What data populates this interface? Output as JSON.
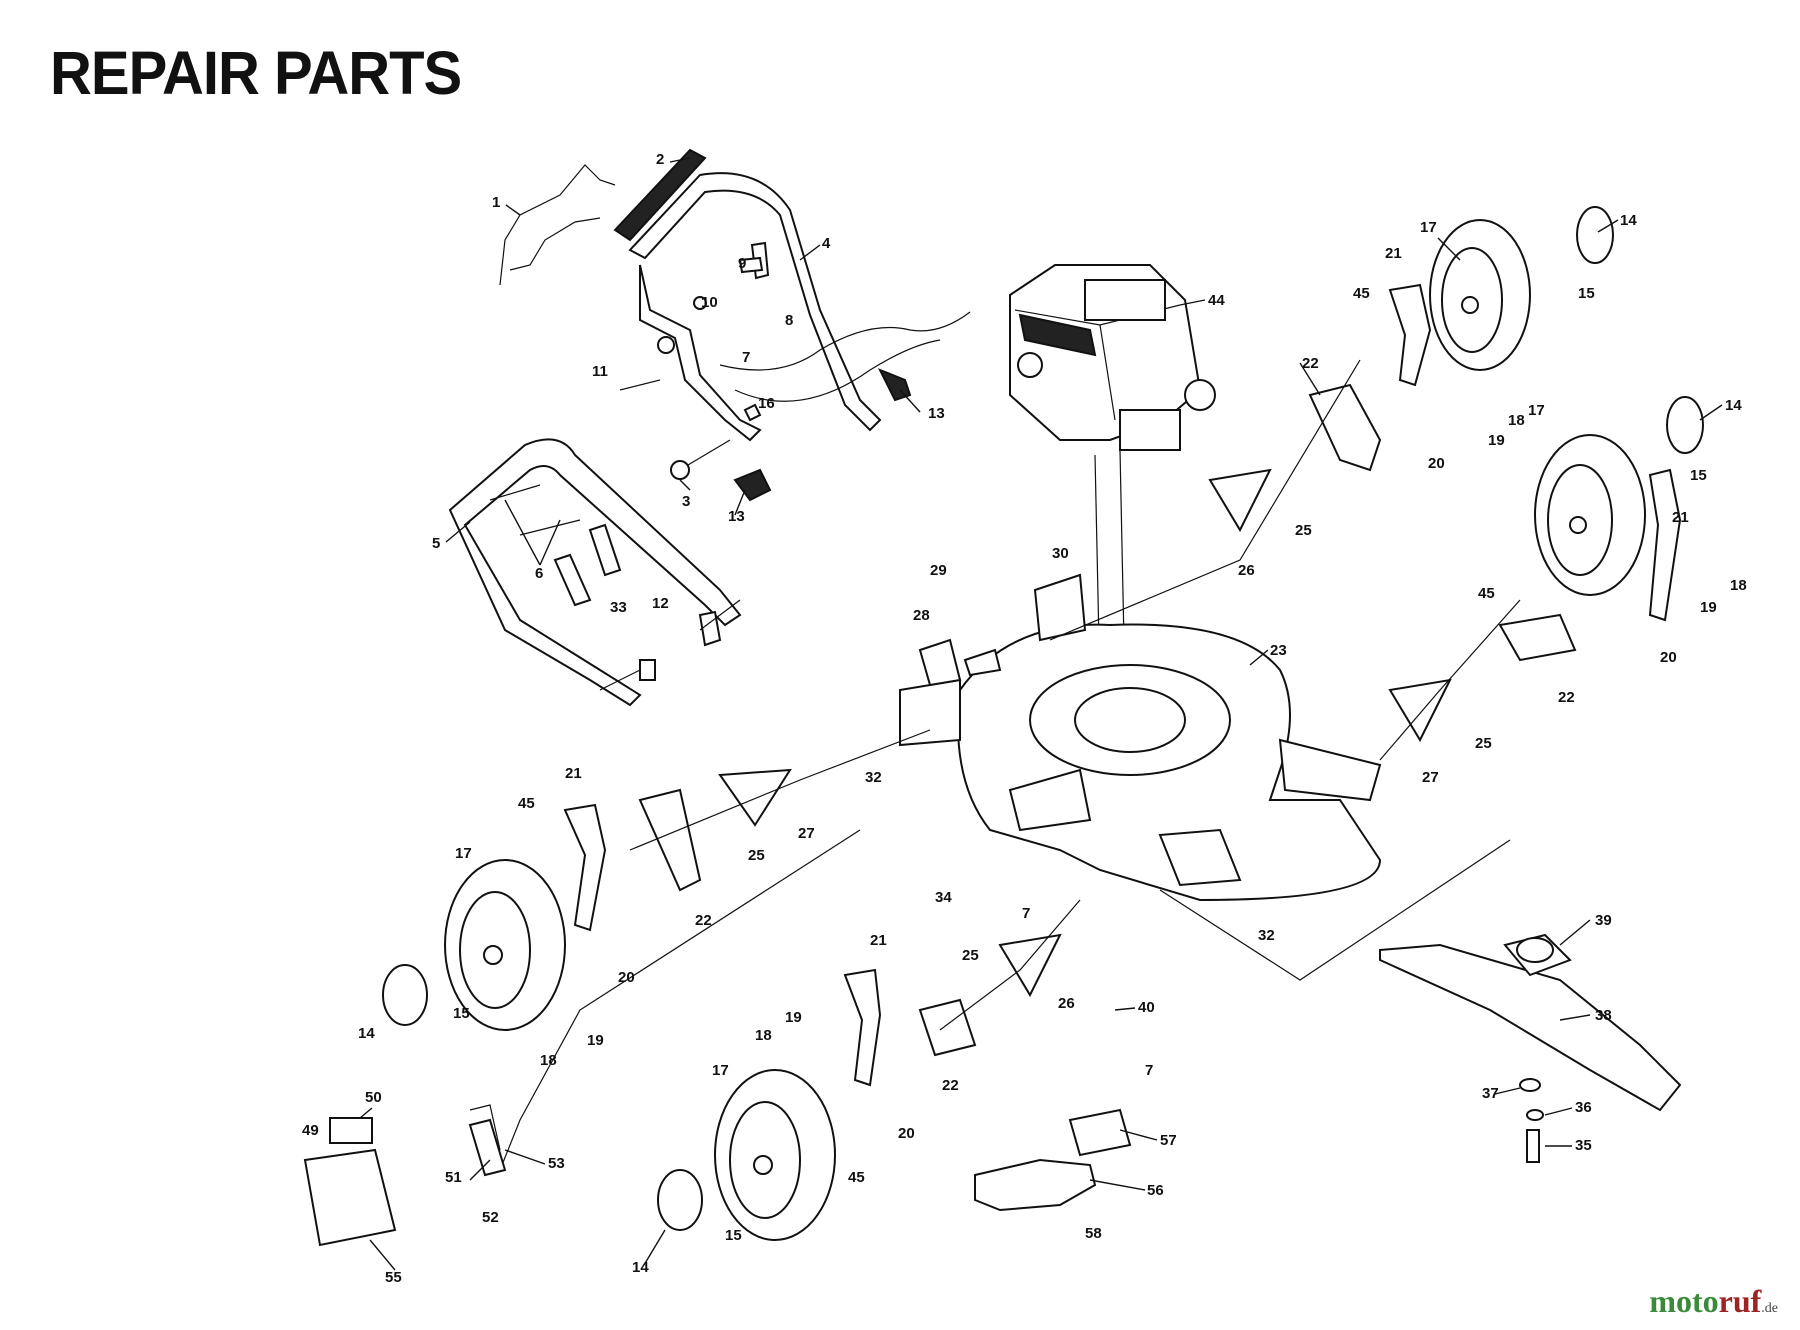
{
  "title": "REPAIR PARTS",
  "watermark": {
    "part1": "moto",
    "part2": "ruf",
    "part3": ".de"
  },
  "callouts": [
    {
      "id": "c1",
      "text": "1"
    },
    {
      "id": "c2",
      "text": "2"
    },
    {
      "id": "c3",
      "text": "3"
    },
    {
      "id": "c4",
      "text": "4"
    },
    {
      "id": "c5",
      "text": "5"
    },
    {
      "id": "c6",
      "text": "6"
    },
    {
      "id": "c7a",
      "text": "7"
    },
    {
      "id": "c8",
      "text": "8"
    },
    {
      "id": "c9",
      "text": "9"
    },
    {
      "id": "c10",
      "text": "10"
    },
    {
      "id": "c11",
      "text": "11"
    },
    {
      "id": "c12",
      "text": "12"
    },
    {
      "id": "c13a",
      "text": "13"
    },
    {
      "id": "c13b",
      "text": "13"
    },
    {
      "id": "c14a",
      "text": "14"
    },
    {
      "id": "c15a",
      "text": "15"
    },
    {
      "id": "c14b",
      "text": "14"
    },
    {
      "id": "c15b",
      "text": "15"
    },
    {
      "id": "c16",
      "text": "16"
    },
    {
      "id": "c17a",
      "text": "17"
    },
    {
      "id": "c17b",
      "text": "17"
    },
    {
      "id": "c18a",
      "text": "18"
    },
    {
      "id": "c19a",
      "text": "19"
    },
    {
      "id": "c20a",
      "text": "20"
    },
    {
      "id": "c21a",
      "text": "21"
    },
    {
      "id": "c22a",
      "text": "22"
    },
    {
      "id": "c45a",
      "text": "45"
    },
    {
      "id": "c21b",
      "text": "21"
    },
    {
      "id": "c18b",
      "text": "18"
    },
    {
      "id": "c19b",
      "text": "19"
    },
    {
      "id": "c20b",
      "text": "20"
    },
    {
      "id": "c45b",
      "text": "45"
    },
    {
      "id": "c22b",
      "text": "22"
    },
    {
      "id": "c25a",
      "text": "25"
    },
    {
      "id": "c26a",
      "text": "26"
    },
    {
      "id": "c44",
      "text": "44"
    },
    {
      "id": "c29",
      "text": "29"
    },
    {
      "id": "c30",
      "text": "30"
    },
    {
      "id": "c28",
      "text": "28"
    },
    {
      "id": "c23",
      "text": "23"
    },
    {
      "id": "c25b",
      "text": "25"
    },
    {
      "id": "c27a",
      "text": "27"
    },
    {
      "id": "c33",
      "text": "33"
    },
    {
      "id": "c21c",
      "text": "21"
    },
    {
      "id": "c45c",
      "text": "45"
    },
    {
      "id": "c17c",
      "text": "17"
    },
    {
      "id": "c22c",
      "text": "22"
    },
    {
      "id": "c20c",
      "text": "20"
    },
    {
      "id": "c14c",
      "text": "14"
    },
    {
      "id": "c15c",
      "text": "15"
    },
    {
      "id": "c18c",
      "text": "18"
    },
    {
      "id": "c19c",
      "text": "19"
    },
    {
      "id": "c25c",
      "text": "25"
    },
    {
      "id": "c27b",
      "text": "27"
    },
    {
      "id": "c32a",
      "text": "32"
    },
    {
      "id": "c34",
      "text": "34"
    },
    {
      "id": "c7b",
      "text": "7"
    },
    {
      "id": "c32b",
      "text": "32"
    },
    {
      "id": "c39",
      "text": "39"
    },
    {
      "id": "c25d",
      "text": "25"
    },
    {
      "id": "c26b",
      "text": "26"
    },
    {
      "id": "c40",
      "text": "40"
    },
    {
      "id": "c38",
      "text": "38"
    },
    {
      "id": "c21d",
      "text": "21"
    },
    {
      "id": "c19d",
      "text": "19"
    },
    {
      "id": "c18d",
      "text": "18"
    },
    {
      "id": "c22d",
      "text": "22"
    },
    {
      "id": "c20d",
      "text": "20"
    },
    {
      "id": "c17d",
      "text": "17"
    },
    {
      "id": "c45d",
      "text": "45"
    },
    {
      "id": "c14d",
      "text": "14"
    },
    {
      "id": "c15d",
      "text": "15"
    },
    {
      "id": "c7c",
      "text": "7"
    },
    {
      "id": "c57",
      "text": "57"
    },
    {
      "id": "c56",
      "text": "56"
    },
    {
      "id": "c58",
      "text": "58"
    },
    {
      "id": "c37",
      "text": "37"
    },
    {
      "id": "c36",
      "text": "36"
    },
    {
      "id": "c35",
      "text": "35"
    },
    {
      "id": "c50",
      "text": "50"
    },
    {
      "id": "c49",
      "text": "49"
    },
    {
      "id": "c51",
      "text": "51"
    },
    {
      "id": "c53",
      "text": "53"
    },
    {
      "id": "c52",
      "text": "52"
    },
    {
      "id": "c55",
      "text": "55"
    }
  ]
}
